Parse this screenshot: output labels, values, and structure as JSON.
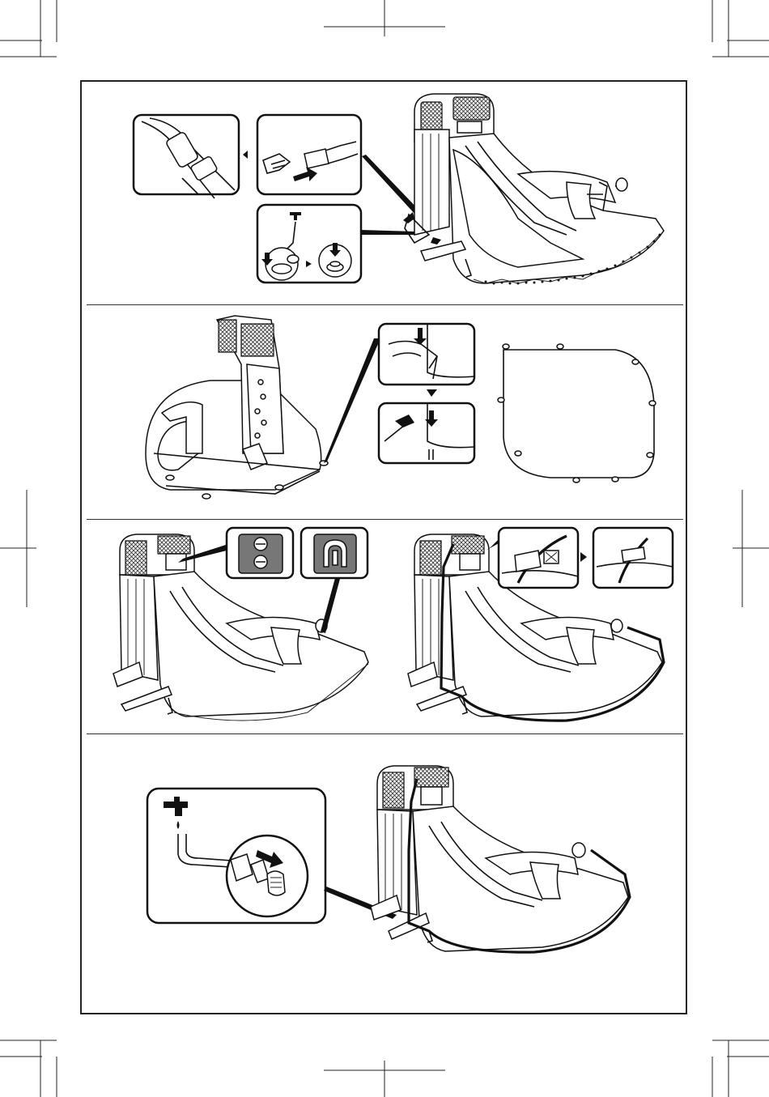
{
  "document": {
    "type": "instruction-illustration-page",
    "steps": [
      {
        "id": "step-1",
        "panels": [
          "buckle-detail",
          "buckle-connect-detail",
          "water-connector-detail",
          "slide-overview"
        ]
      },
      {
        "id": "step-2",
        "panels": [
          "slide-rear-view",
          "stake-insert-detail",
          "stake-hammer-detail",
          "ground-footprint-diagram"
        ]
      },
      {
        "id": "step-3",
        "panels": [
          "slide-valve-view",
          "valve-closed-detail",
          "valve-cap-detail",
          "slide-hose-view",
          "hose-clip-detail",
          "hose-clipped-detail"
        ]
      },
      {
        "id": "step-4",
        "panels": [
          "tap-hose-connector-detail",
          "slide-water-on-view"
        ]
      }
    ]
  },
  "icons": {
    "arrow": "right-arrow-icon",
    "tap": "faucet-icon",
    "hammer": "hammer-icon",
    "stake": "ground-stake-icon"
  },
  "colors": {
    "line": "#111111",
    "valve_fill": "#777777",
    "background": "#ffffff"
  }
}
